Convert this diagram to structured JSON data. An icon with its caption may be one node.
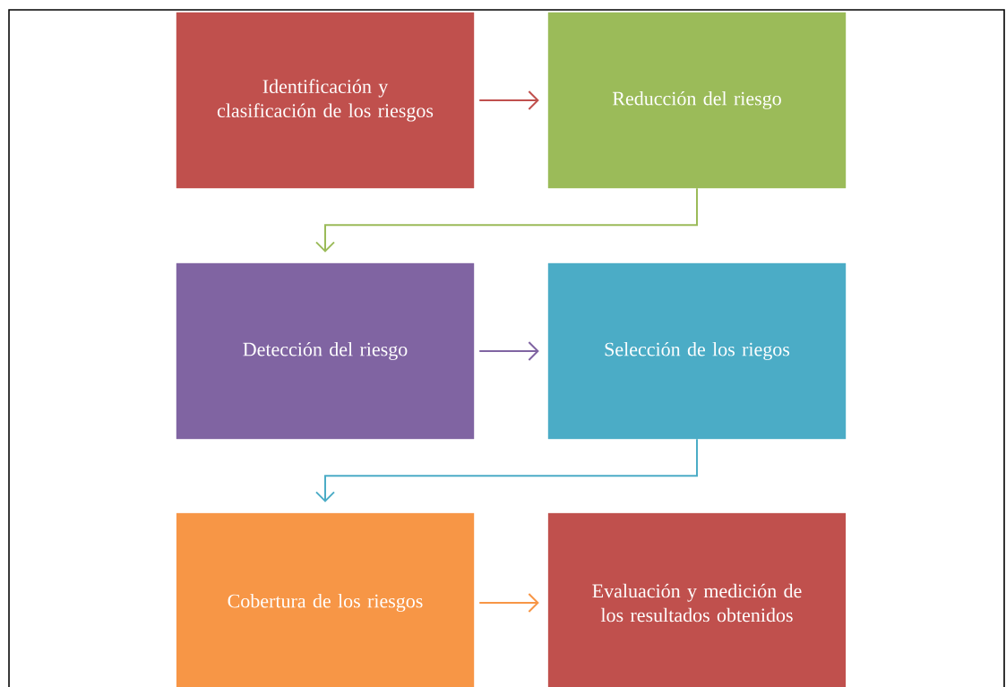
{
  "diagram": {
    "nodes": [
      {
        "text": [
          "Identificación y clasificación de los riesgos"
        ]
      },
      {
        "text": [
          "Reducción del riesgo"
        ]
      },
      {
        "text": [
          "Detección del riesgo"
        ]
      },
      {
        "text": [
          "Selección de los riegos"
        ]
      },
      {
        "text": [
          "Cobertura de los riesgos"
        ]
      },
      {
        "text": [
          "Evaluación y medición de los resultados obtenidos"
        ]
      }
    ],
    "edges": [
      {
        "from": 0,
        "to": 1,
        "arrow": "to",
        "color": "#c0504d"
      },
      {
        "from": 1,
        "to": 2,
        "arrow": "to",
        "color": "#9bbb59"
      },
      {
        "from": 2,
        "to": 3,
        "arrow": "to",
        "color": "#8064a2"
      },
      {
        "from": 3,
        "to": 4,
        "arrow": "to",
        "color": "#4bacc6"
      },
      {
        "from": 4,
        "to": 5,
        "arrow": "to",
        "color": "#f79646"
      }
    ]
  }
}
